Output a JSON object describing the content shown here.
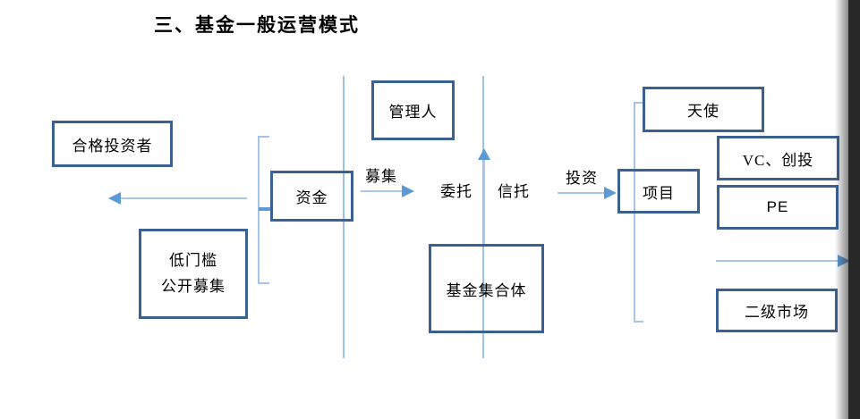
{
  "title": "三、基金一般运营模式",
  "boxes": {
    "qualified_investors": "合格投资者",
    "low_threshold_line1": "低门槛",
    "low_threshold_line2": "公开募集",
    "funds": "资金",
    "manager": "管理人",
    "fund_collective": "基金集合体",
    "project": "项目",
    "angel": "天使",
    "vc": "VC、创投",
    "pe": "PE",
    "secondary_market": "二级市场"
  },
  "flow_labels": {
    "raise": "募集",
    "entrust": "委托",
    "trust": "信托",
    "invest": "投资"
  },
  "colors": {
    "box_border": "#3a6191",
    "connector_line": "#a9c7ec",
    "arrowhead": "#5b9bd5",
    "divider_line": "#9dc3e6",
    "bracket": "#a6c4e8",
    "edge_band": "#282828"
  }
}
